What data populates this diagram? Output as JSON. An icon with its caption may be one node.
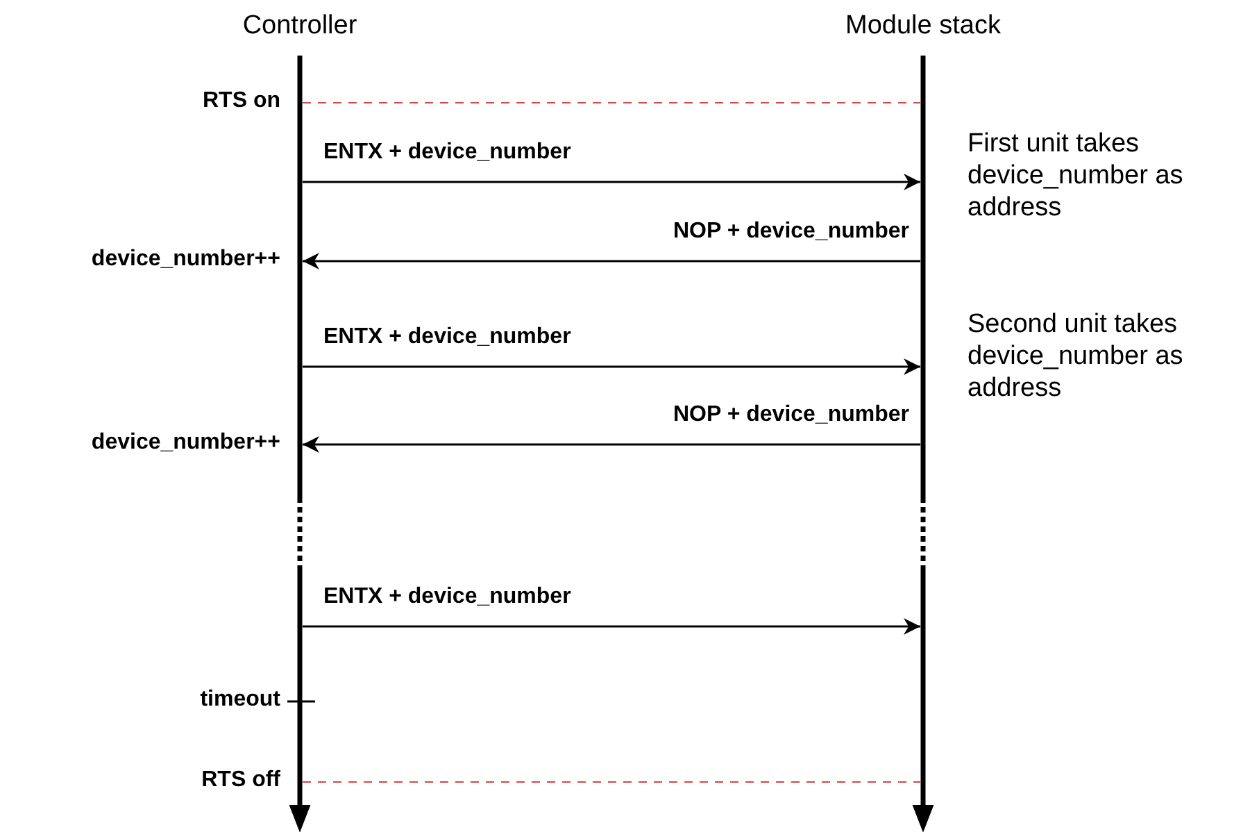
{
  "diagram": {
    "nodes": [
      {
        "text": [
          "Controller"
        ]
      },
      {
        "text": [
          "Module stack"
        ]
      }
    ],
    "edges": [
      {
        "from": 0,
        "to": 1,
        "arrow": "none",
        "style": "dashed",
        "color": "#d04a4a"
      },
      {
        "from": 0,
        "to": 1,
        "arrow": "to",
        "label": "ENTX + device_number"
      },
      {
        "from": 1,
        "to": 0,
        "arrow": "to",
        "label": "NOP + device_number"
      },
      {
        "from": 0,
        "to": 1,
        "arrow": "to",
        "label": "ENTX + device_number"
      },
      {
        "from": 1,
        "to": 0,
        "arrow": "to",
        "label": "NOP + device_number"
      },
      {
        "from": 0,
        "to": 1,
        "arrow": "to",
        "label": "ENTX + device_number"
      },
      {
        "from": 0,
        "to": 1,
        "arrow": "none",
        "style": "dashed",
        "color": "#d04a4a"
      }
    ],
    "labels": [
      "RTS on",
      "First unit takes device_number as address",
      "device_number++",
      "Second unit takes device_number as address",
      "device_number++",
      "timeout",
      "RTS off"
    ]
  }
}
